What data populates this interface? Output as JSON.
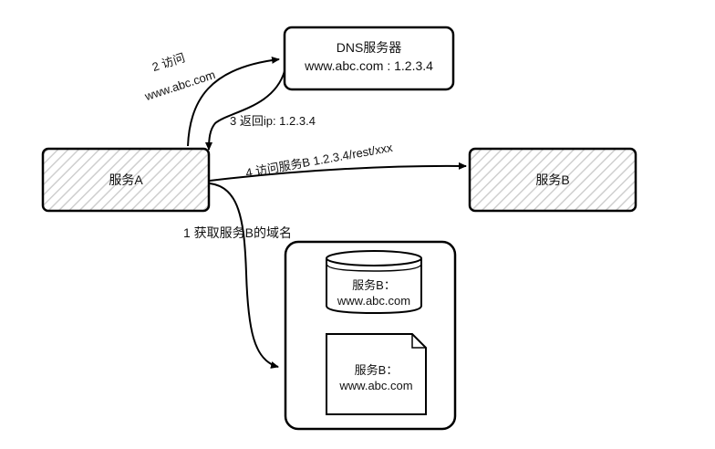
{
  "nodes": {
    "dns": {
      "title": "DNS服务器",
      "record": "www.abc.com : 1.2.3.4"
    },
    "service_a": {
      "label": "服务A"
    },
    "service_b": {
      "label": "服务B"
    },
    "db_store": {
      "line1": "服务B：",
      "line2": "www.abc.com"
    },
    "doc_store": {
      "line1": "服务B：",
      "line2": "www.abc.com"
    }
  },
  "edges": {
    "step1": "1 获取服务B的域名",
    "step2_line1": "2 访问",
    "step2_line2": "www.abc.com",
    "step3": "3 返回ip: 1.2.3.4",
    "step4": "4 访问服务B 1.2.3.4/rest/xxx"
  },
  "colors": {
    "stroke": "#000000",
    "hatch": "#c9c9c9",
    "background": "#ffffff"
  }
}
